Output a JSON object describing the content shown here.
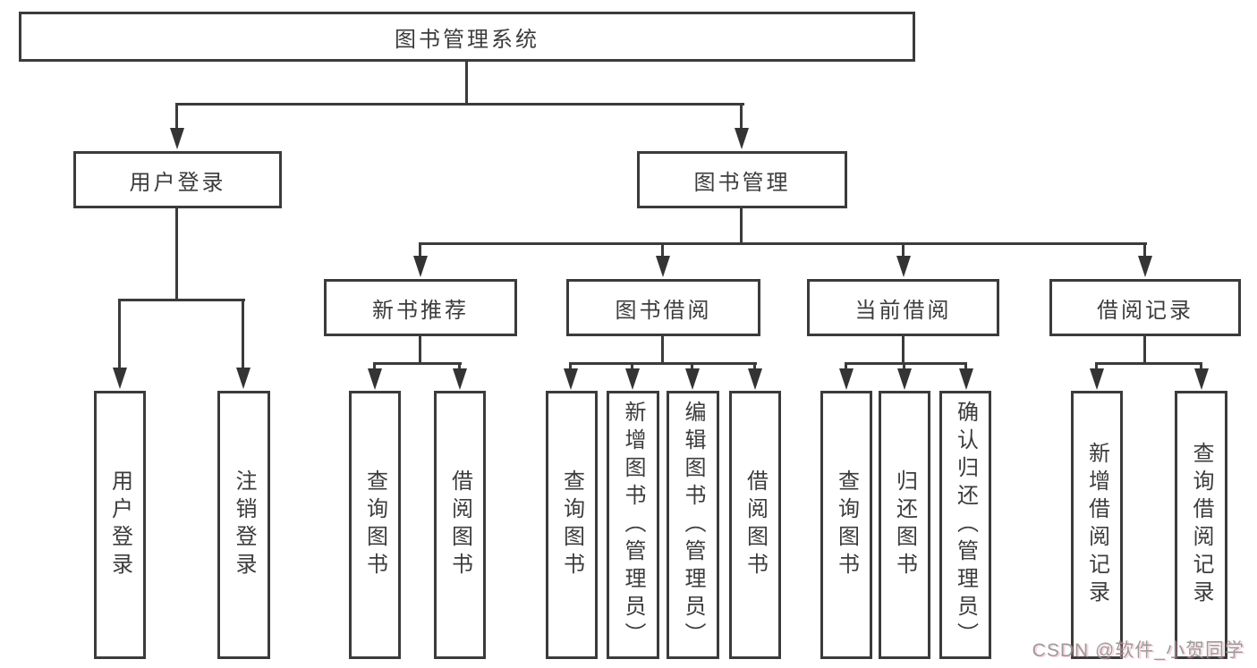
{
  "tree": {
    "root": {
      "label": "图书管理系统",
      "children": [
        {
          "label": "用户登录",
          "children": [
            {
              "label": "用户登录"
            },
            {
              "label": "注销登录"
            }
          ]
        },
        {
          "label": "图书管理",
          "children": [
            {
              "label": "新书推荐",
              "children": [
                {
                  "label": "查询图书"
                },
                {
                  "label": "借阅图书"
                }
              ]
            },
            {
              "label": "图书借阅",
              "children": [
                {
                  "label": "查询图书"
                },
                {
                  "label": "新增图书（管理员）"
                },
                {
                  "label": "编辑图书（管理员）"
                },
                {
                  "label": "借阅图书"
                }
              ]
            },
            {
              "label": "当前借阅",
              "children": [
                {
                  "label": "查询图书"
                },
                {
                  "label": "归还图书"
                },
                {
                  "label": "确认归还（管理员）"
                }
              ]
            },
            {
              "label": "借阅记录",
              "children": [
                {
                  "label": "新增借阅记录"
                },
                {
                  "label": "查询借阅记录"
                }
              ]
            }
          ]
        }
      ]
    }
  },
  "watermark": {
    "text": "CSDN @软件_小贺同学"
  },
  "colors": {
    "background": "#ffffff",
    "line": "#3b3b3b",
    "arrowhead": "#343434",
    "text": "#3c3c3c",
    "watermark_text": "#949494",
    "watermark_shadow": "#f7809b"
  }
}
